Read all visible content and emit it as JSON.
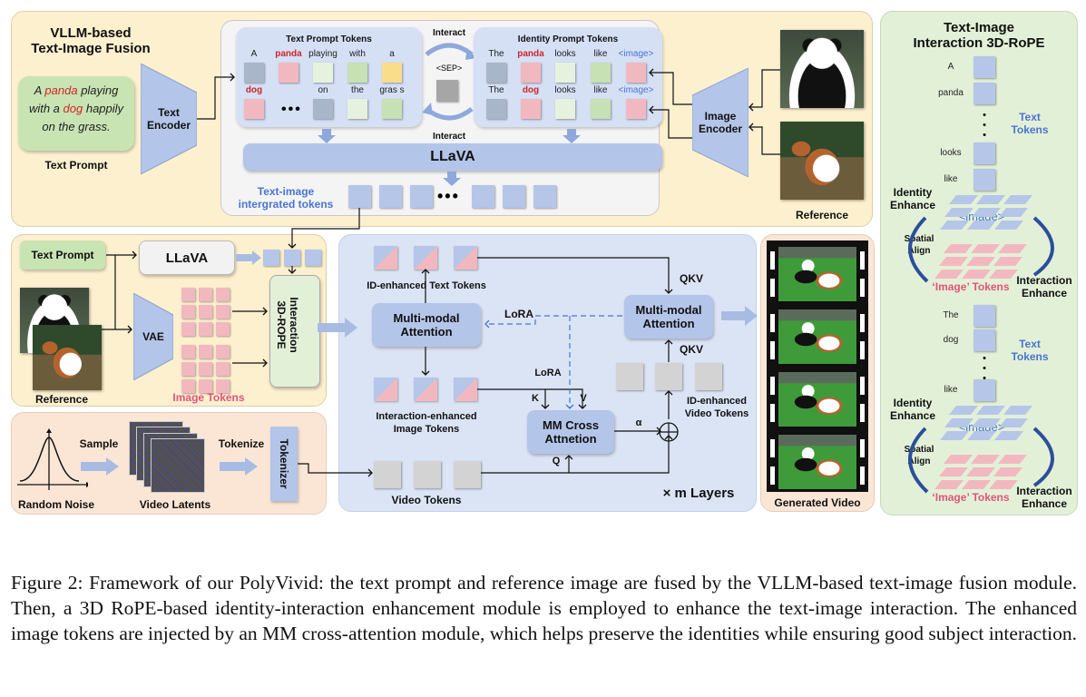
{
  "fusion": {
    "title_line1": "VLLM-based",
    "title_line2": "Text-Image Fusion",
    "prompt_line1_a": "A ",
    "prompt_panda": "panda",
    "prompt_line1_b": " playing",
    "prompt_line2_a": "with a ",
    "prompt_dog": "dog",
    "prompt_line2_b": " happily",
    "prompt_line3": "on the grass.",
    "prompt_label": "Text Prompt",
    "text_encoder_line1": "Text",
    "text_encoder_line2": "Encoder",
    "text_tokens_title": "Text Prompt Tokens",
    "text_tokens_row1": [
      "A",
      "panda",
      "playing",
      "with",
      "a"
    ],
    "text_tokens_row2": [
      "dog",
      "",
      "on",
      "the",
      "gras s"
    ],
    "interact_top": "Interact",
    "interact_bottom": "Interact",
    "sep": "<SEP>",
    "identity_title": "Identity Prompt Tokens",
    "identity_row1": [
      "The",
      "panda",
      "looks",
      "like",
      "<image>"
    ],
    "identity_row2": [
      "The",
      "dog",
      "looks",
      "like",
      "<image>"
    ],
    "llava": "LLaVA",
    "integrated_line1": "Text-image",
    "integrated_line2": "intergrated tokens",
    "image_encoder_line1": "Image",
    "image_encoder_line2": "Encoder",
    "reference_label": "Reference"
  },
  "interaction": {
    "text_prompt": "Text Prompt",
    "llava": "LLaVA",
    "reference_label": "Reference",
    "vae": "VAE",
    "image_tokens": "Image Tokens",
    "rope_line1": "Interaction",
    "rope_line2": "3D-ROPE"
  },
  "noise": {
    "random_noise": "Random Noise",
    "sample": "Sample",
    "video_latents": "Video Latents",
    "tokenize": "Tokenize",
    "tokenizer": "Tokenizer"
  },
  "layers": {
    "id_text_tokens": "ID-enhanced Text Tokens",
    "mma_left_line1": "Multi-modal",
    "mma_left_line2": "Attention",
    "lora_top": "LoRA",
    "lora_mid": "LoRA",
    "mma_right_line1": "Multi-modal",
    "mma_right_line2": "Attention",
    "qkv_top": "QKV",
    "qkv_bottom": "QKV",
    "interaction_tokens_line1": "Interaction-enhanced",
    "interaction_tokens_line2": "Image Tokens",
    "k": "K",
    "v": "V",
    "q": "Q",
    "alpha": "α",
    "mm_cross_line1": "MM Cross",
    "mm_cross_line2": "Attnetion",
    "id_video_line1": "ID-enhanced",
    "id_video_line2": "Video Tokens",
    "video_tokens": "Video Tokens",
    "m_layers": "× m Layers"
  },
  "generated": {
    "label": "Generated Video"
  },
  "rope3d": {
    "title_line1": "Text-Image",
    "title_line2": "Interaction 3D-RoPE",
    "group1_words": [
      "A",
      "panda",
      "looks",
      "like"
    ],
    "group2_words": [
      "The",
      "dog",
      "like"
    ],
    "text_tokens_line1": "Text",
    "text_tokens_line2": "Tokens",
    "identity_enhance_line1": "Identity",
    "identity_enhance_line2": "Enhance",
    "image_tag": "<image>",
    "spatial_line1": "Spatial",
    "spatial_line2": "Align",
    "image_tokens": "‘Image’ Tokens",
    "interaction_enhance_line1": "Interaction",
    "interaction_enhance_line2": "Enhance"
  },
  "caption": "Figure 2: Framework of our PolyVivid: the text prompt and reference image are fused by the VLLM-based text-image fusion module. Then, a 3D RoPE-based identity-interaction enhancement module is employed to enhance the text-image interaction. The enhanced image tokens are injected by an MM cross-attention module, which helps preserve the identities while ensuring good subject interaction."
}
